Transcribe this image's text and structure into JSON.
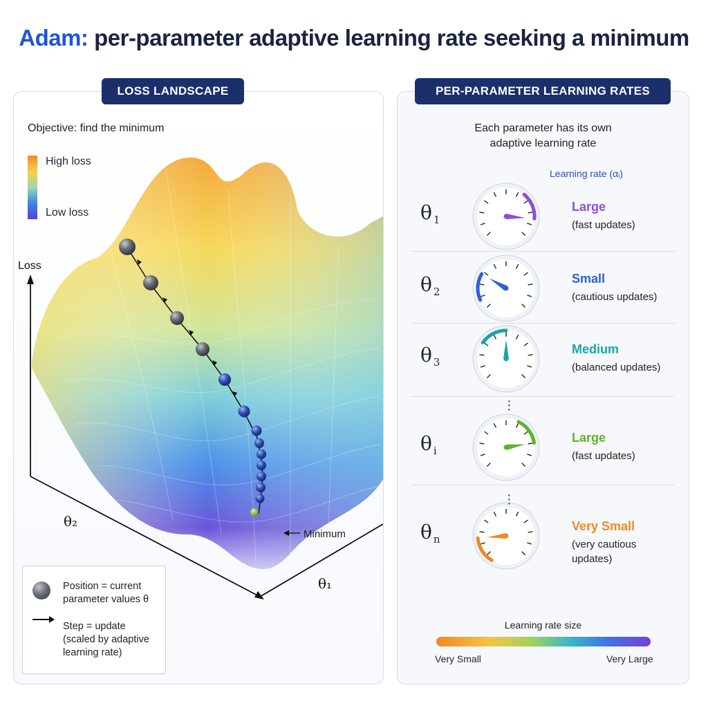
{
  "title": {
    "accent": "Adam:",
    "rest": "per-parameter adaptive learning rate seeking a minimum"
  },
  "left_panel": {
    "header": "LOSS LANDSCAPE",
    "objective": "Objective: find the minimum",
    "color_scale": {
      "high": "High loss",
      "low": "Low loss"
    },
    "axis_labels": {
      "loss": "Loss",
      "theta2": "θ₂",
      "theta1": "θ₁"
    },
    "minimum_label": "Minimum",
    "legend": {
      "position_text": "Position = current parameter values θ",
      "step_text": "Step = update (scaled by adaptive learning rate)"
    }
  },
  "right_panel": {
    "header": "PER-PARAMETER LEARNING RATES",
    "subtitle_line1": "Each parameter has its own",
    "subtitle_line2": "adaptive learning rate",
    "gauge_annotation": "Learning rate (αᵢ)",
    "parameters": [
      {
        "symbol": "θ",
        "sub": "1",
        "rate": "Large",
        "desc": "(fast updates)",
        "color": "#8a4fd8",
        "level": 0.85
      },
      {
        "symbol": "θ",
        "sub": "2",
        "rate": "Small",
        "desc": "(cautious updates)",
        "color": "#2c5fd6",
        "level": 0.28
      },
      {
        "symbol": "θ",
        "sub": "3",
        "rate": "Medium",
        "desc": "(balanced updates)",
        "color": "#1aa5a5",
        "level": 0.5
      },
      {
        "symbol": "θ",
        "sub": "i",
        "rate": "Large",
        "desc": "(fast updates)",
        "color": "#5eb32b",
        "level": 0.8
      },
      {
        "symbol": "θ",
        "sub": "n",
        "rate": "Very Small",
        "desc": "(very cautious updates)",
        "color": "#ef8a1f",
        "level": 0.15
      }
    ],
    "scale": {
      "title": "Learning rate size",
      "min_label": "Very Small",
      "max_label": "Very Large"
    }
  }
}
